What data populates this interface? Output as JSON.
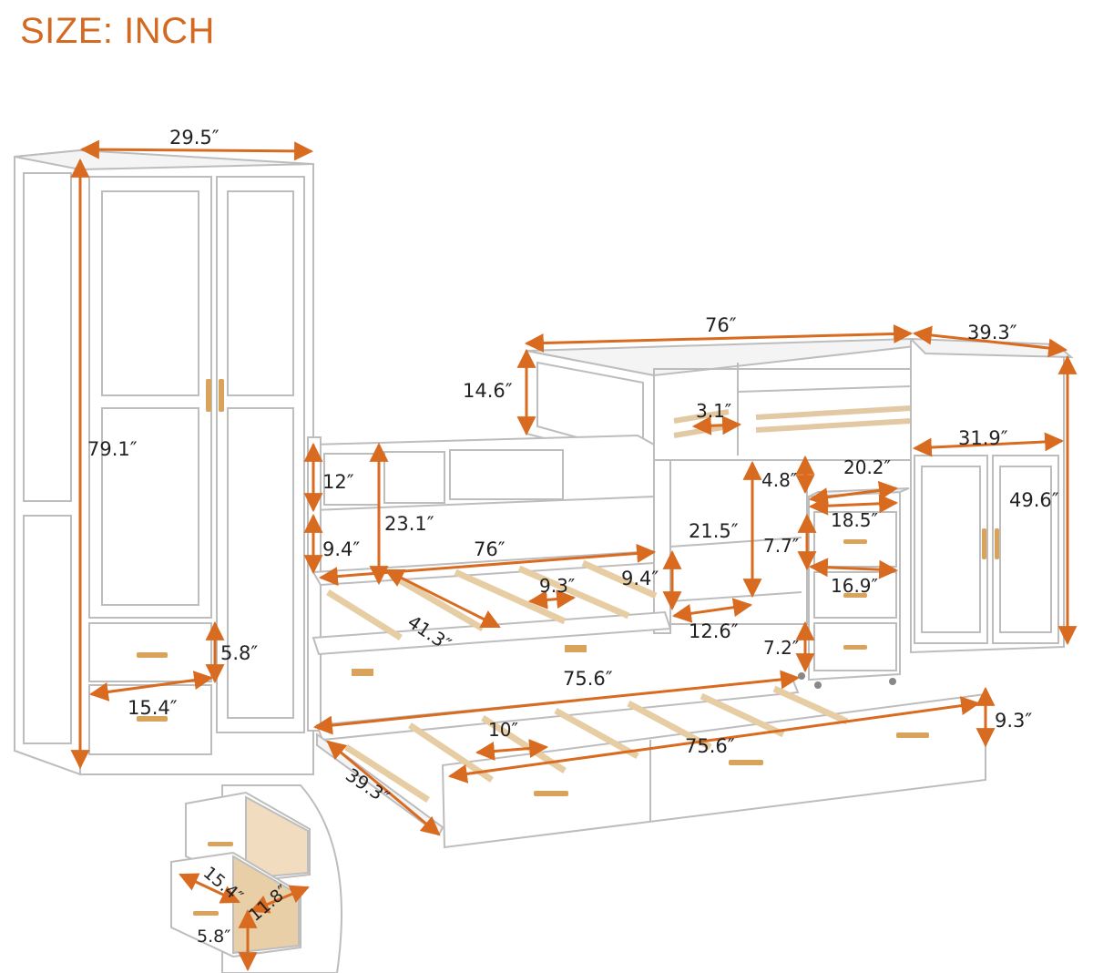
{
  "title": "SIZE: INCH",
  "colors": {
    "dimension_line": "#d86b1f",
    "furniture_outline": "#bdbdbd",
    "furniture_fill": "#ffffff",
    "slat_wood": "#e9d2ae",
    "handle": "#d9a35c",
    "background": "#ffffff"
  },
  "components": {
    "wardrobe": "wardrobe",
    "loft_bed": "loft-bed",
    "lower_bed": "lower-bed",
    "trundle": "trundle",
    "rolling_cabinet": "rolling-cabinet",
    "side_cabinet": "side-cabinet",
    "drawer_inset": "drawer-detail-inset"
  },
  "dimensions": {
    "wardrobe_width": "29.5″",
    "wardrobe_height": "79.1″",
    "wardrobe_drawer_height": "5.8″",
    "wardrobe_drawer_width": "15.4″",
    "loft_length": "76″",
    "loft_width": "39.3″",
    "loft_guardrail": "14.6″",
    "loft_rail_gap": "3.1″",
    "side_cabinet_width": "31.9″",
    "side_cabinet_height": "49.6″",
    "lower_headboard": "12″",
    "lower_total_height": "23.1″",
    "lower_leg_height": "9.4″",
    "lower_length": "76″",
    "lower_width": "41.3″",
    "lower_slat_gap": "9.3″",
    "shelf_clearance": "9.4″",
    "shelf_height": "21.5″",
    "shelf_depth": "12.6″",
    "cabinet_top_gap": "4.8″",
    "cabinet_top_width": "20.2″",
    "cabinet_inner_width": "18.5″",
    "cabinet_drawer_height": "7.7″",
    "cabinet_drawer_width": "16.9″",
    "cabinet_bottom_height": "7.2″",
    "trundle_length_top": "75.6″",
    "trundle_slat_gap": "10″",
    "trundle_length": "75.6″",
    "trundle_width": "39.3″",
    "trundle_height": "9.3″",
    "inset_drawer_width": "15.4″",
    "inset_drawer_depth": "11.8″",
    "inset_drawer_height": "5.8″"
  }
}
